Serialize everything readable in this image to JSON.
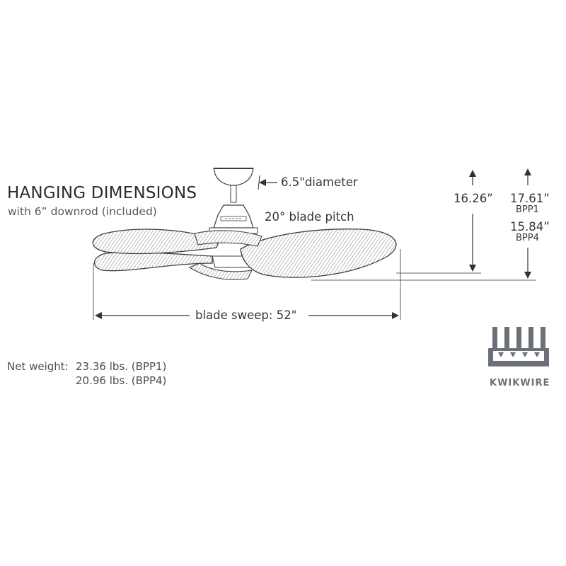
{
  "heading": {
    "title": "HANGING DIMENSIONS",
    "subtitle": "with 6” downrod (included)"
  },
  "dimensions": {
    "canopy_diameter": "6.5\"diameter",
    "blade_pitch": "20° blade pitch",
    "blade_sweep": "blade sweep: 52\"",
    "height_1_value": "16.26”",
    "height_2_value": "17.61”",
    "height_2_label": "BPP1",
    "height_3_value": "15.84”",
    "height_3_label": "BPP4"
  },
  "weight": {
    "label": "Net weight:",
    "line_1": "23.36 lbs. (BPP1)",
    "line_2": "20.96 lbs. (BPP4)"
  },
  "logo": {
    "text": "KWIKWIRE",
    "icon": "kwikwire-connector-icon"
  },
  "colors": {
    "line": "#3a3d42",
    "logo": "#6c7178"
  }
}
